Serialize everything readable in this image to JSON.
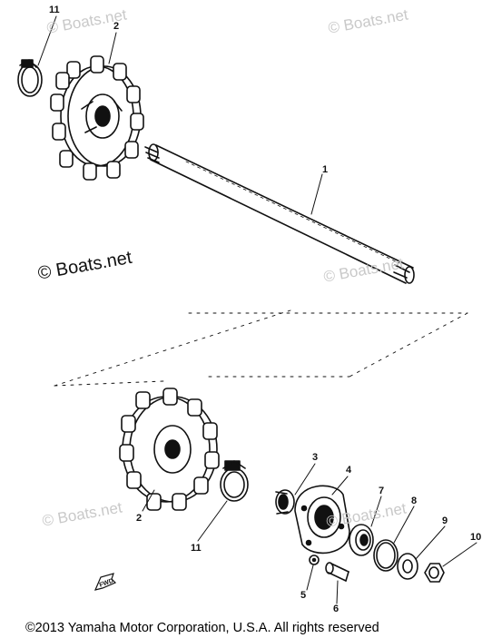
{
  "watermarks": {
    "top_left": "© Boats.net",
    "top_right": "© Boats.net",
    "center": "© Boats.net",
    "shaft_end": "© Boats.net",
    "bottom_left": "© Boats.net",
    "bottom_right": "© Boats.net"
  },
  "part_numbers": [
    "11",
    "2",
    "1",
    "3",
    "4",
    "7",
    "8",
    "9",
    "10",
    "5",
    "6",
    "2",
    "11"
  ],
  "direction_label": "FWD",
  "copyright": "©2013 Yamaha Motor Corporation, U.S.A. All rights reserved"
}
